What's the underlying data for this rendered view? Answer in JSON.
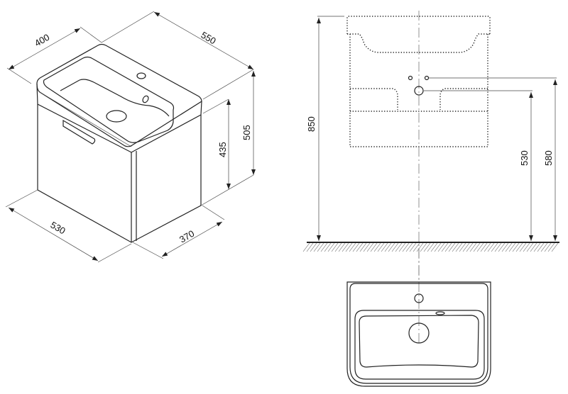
{
  "isometric_view": {
    "dim_depth_top": "400",
    "dim_width_top": "550",
    "dim_total_height": "505",
    "dim_cabinet_height": "435",
    "dim_width_bottom": "530",
    "dim_depth_bottom": "370"
  },
  "front_view": {
    "dim_mount_height": "850",
    "dim_waste_height": "530",
    "dim_supply_height": "580"
  },
  "colors": {
    "line": "#222222",
    "background": "#ffffff"
  }
}
